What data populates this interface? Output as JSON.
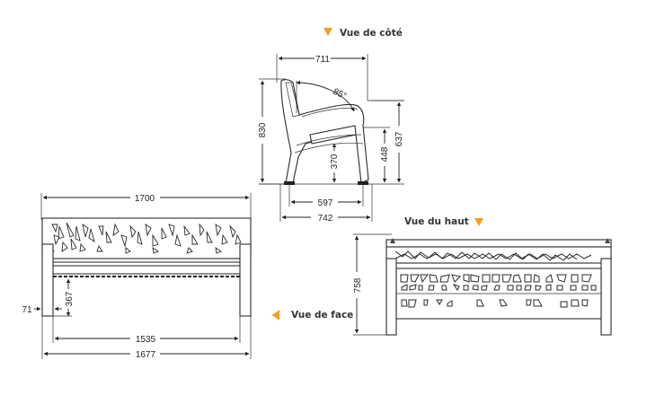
{
  "views": {
    "side": {
      "label": "Vue de côté",
      "marker_color": "#f0a020"
    },
    "top": {
      "label": "Vue du haut",
      "marker_color": "#f0a020"
    },
    "front": {
      "label": "Vue de face",
      "marker_color": "#f0a020"
    }
  },
  "dimensions": {
    "side": {
      "top_depth": "711",
      "angle": "85°",
      "total_height": "830",
      "armrest_height": "637",
      "seat_front_height": "448",
      "seat_height": "370",
      "inner_leg_span": "597",
      "total_depth": "742"
    },
    "front": {
      "total_width": "1700",
      "leg_offset": "71",
      "seat_clearance": "367",
      "inner_width": "1535",
      "outer_width": "1677"
    },
    "top": {
      "depth": "758"
    }
  }
}
